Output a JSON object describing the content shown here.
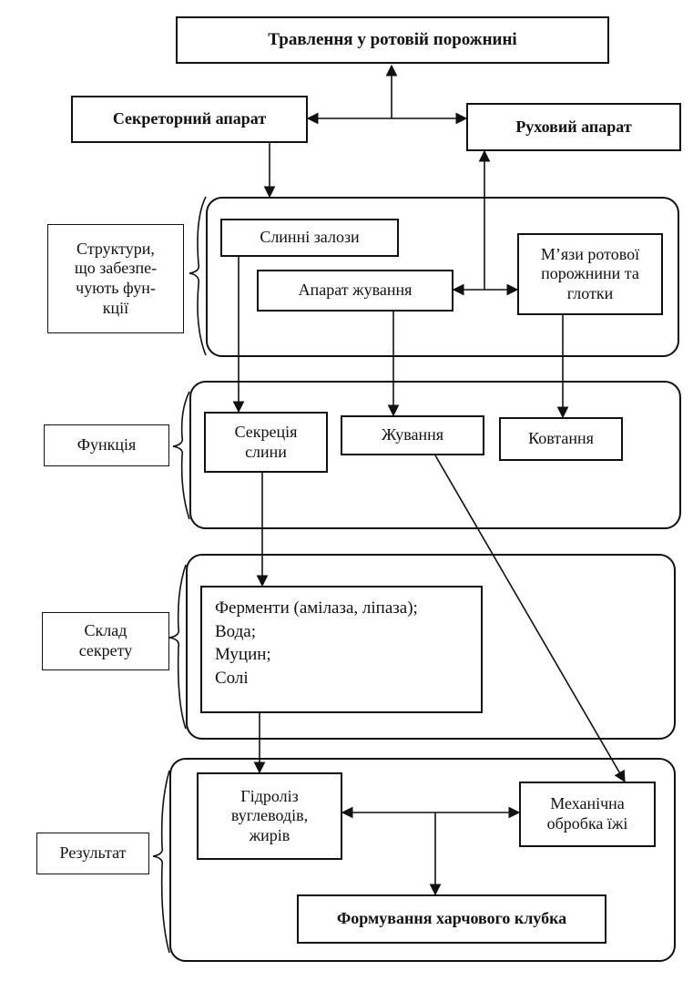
{
  "top": {
    "title": "Травлення у ротовій порожнині"
  },
  "apparatus": {
    "secretory": "Секреторний апарат",
    "motor": "Руховий апарат"
  },
  "structures": {
    "label_lines": [
      "Структури,",
      "що забезпе-",
      "чують фун-",
      "кції"
    ],
    "salivary_glands": "Слинні залози",
    "chewing_apparatus": "Апарат жування",
    "muscles_lines": [
      "М’язи ротової",
      "порожнини та",
      "глотки"
    ]
  },
  "functions": {
    "label": "Функція",
    "secretion_lines": [
      "Секреція",
      "слини"
    ],
    "chewing": "Жування",
    "swallowing": "Ковтання"
  },
  "composition": {
    "label_lines": [
      "Склад",
      "секрету"
    ],
    "items": [
      "Ферменти (амілаза, ліпаза);",
      "Вода;",
      "Муцин;",
      "Солі"
    ]
  },
  "result": {
    "label": "Результат",
    "hydrolysis_lines": [
      "Гідроліз",
      "вуглеводів,",
      "жирів"
    ],
    "mechanical_lines": [
      "Механічна",
      "обробка їжі"
    ],
    "bolus": "Формування харчового клубка"
  }
}
